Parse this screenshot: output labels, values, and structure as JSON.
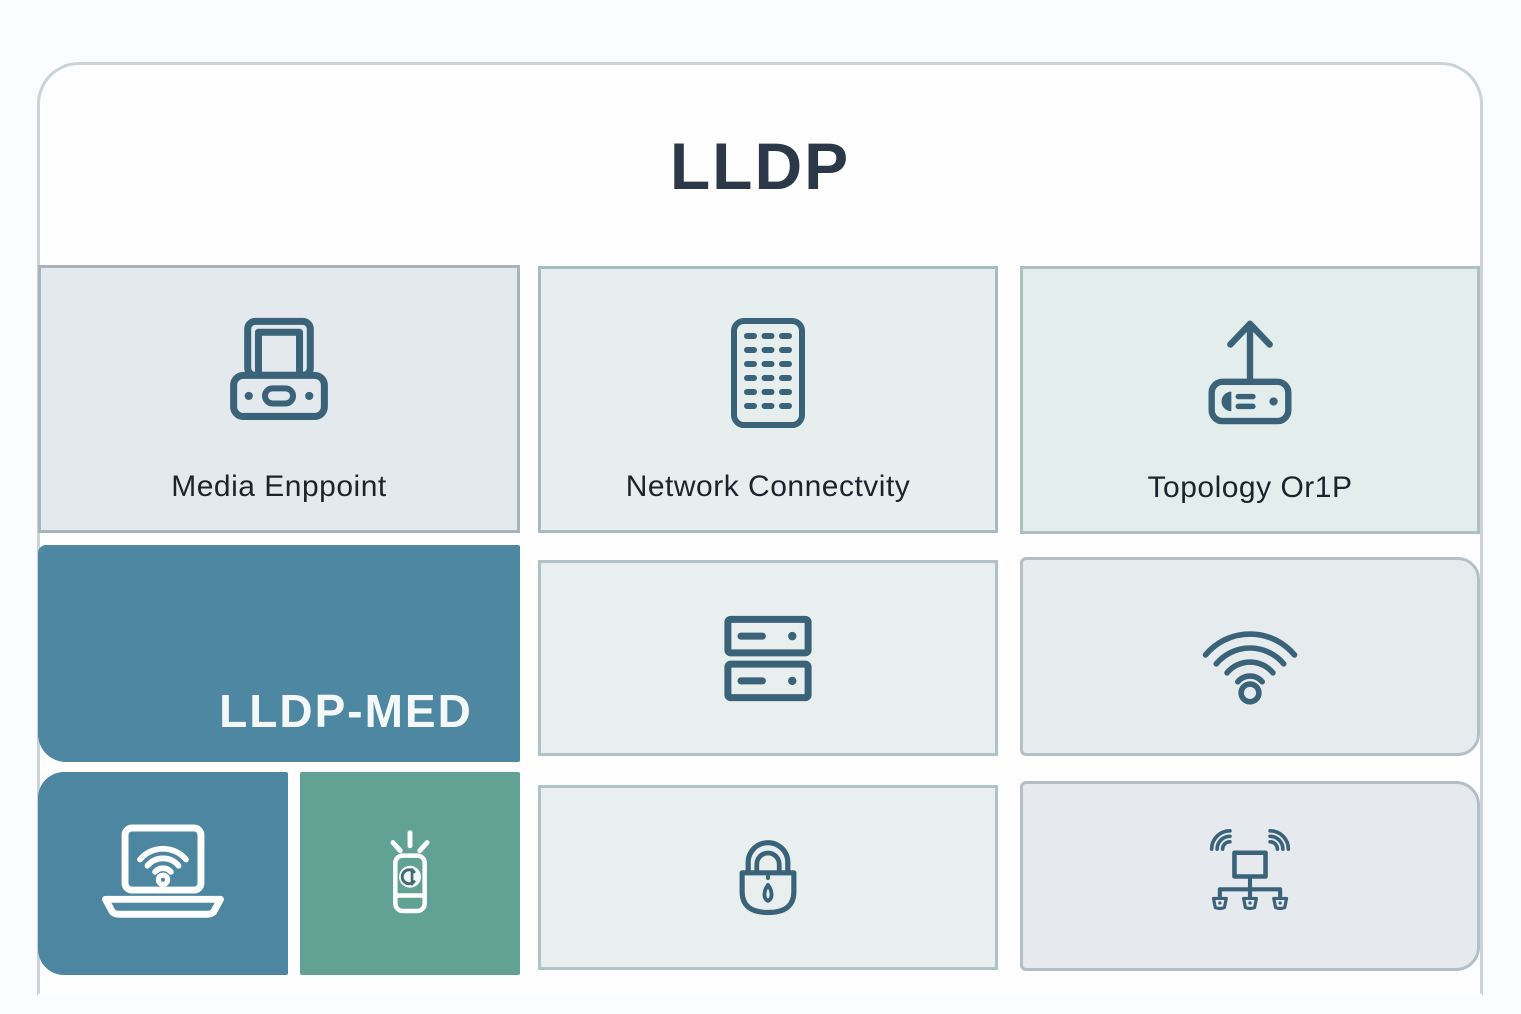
{
  "title": "LLDP",
  "cells": {
    "media_endpoint": {
      "label": "Media Enppoint",
      "icon": "media-endpoint-device-icon"
    },
    "network_connectivity": {
      "label": "Network Connectvity",
      "icon": "port-panel-icon"
    },
    "topology": {
      "label": "Topology Or1P",
      "icon": "router-uplink-arrow-icon"
    },
    "lldp_med": {
      "label": "LLDP-MED"
    },
    "server_stack": {
      "icon": "server-stack-icon"
    },
    "wifi": {
      "icon": "wifi-signal-icon"
    },
    "laptop_wifi": {
      "icon": "laptop-wifi-icon"
    },
    "phone": {
      "icon": "smartphone-alert-icon"
    },
    "lock": {
      "icon": "padlock-icon"
    },
    "network_tree": {
      "icon": "network-tree-icon"
    }
  },
  "colors": {
    "accent_teal": "#4d87a1",
    "accent_green": "#61a294",
    "icon_stroke": "#3a6379",
    "title_color": "#2b3848",
    "label_color": "#1b232d",
    "cell_bg_gray": "#e4e9ed",
    "cell_bg_mint": "#e8efee",
    "card_border": "#ccd3d8"
  }
}
